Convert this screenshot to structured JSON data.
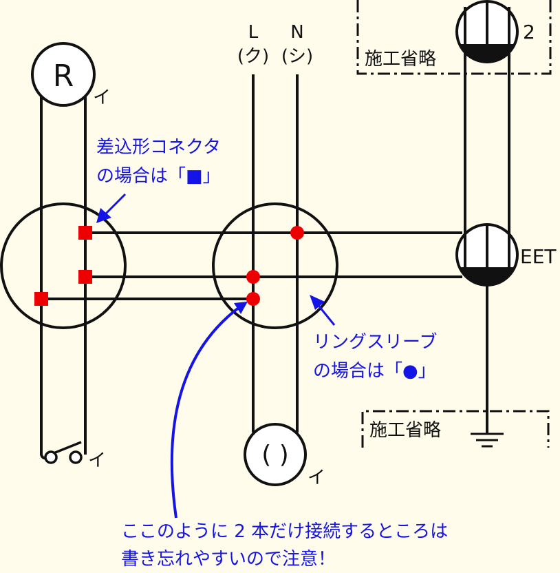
{
  "colors": {
    "background": "#FFFCEB",
    "wire": "#111111",
    "connector_mark": "#EE0000",
    "annotation": "#1414E6"
  },
  "labels": {
    "light_R": "R",
    "switch_ref_top": "イ",
    "switch_ref_bottom": "イ",
    "outlet_ref": "イ",
    "outlet_symbol": "(   )",
    "line_L": "L",
    "line_N": "N",
    "line_L_color": "(ク)",
    "line_N_color": "(シ)",
    "light_count": "2",
    "eet_label": "EET",
    "omitted_top": "施工省略",
    "omitted_bottom": "施工省略"
  },
  "notes": {
    "connector_line1": "差込形コネクタ",
    "connector_line2": "の場合は「■」",
    "sleeve_line1": "リングスリーブ",
    "sleeve_line2": "の場合は「●」",
    "warning_line1": "ここのように 2 本だけ接続するところは",
    "warning_line2": "書き忘れやすいので注意！"
  }
}
